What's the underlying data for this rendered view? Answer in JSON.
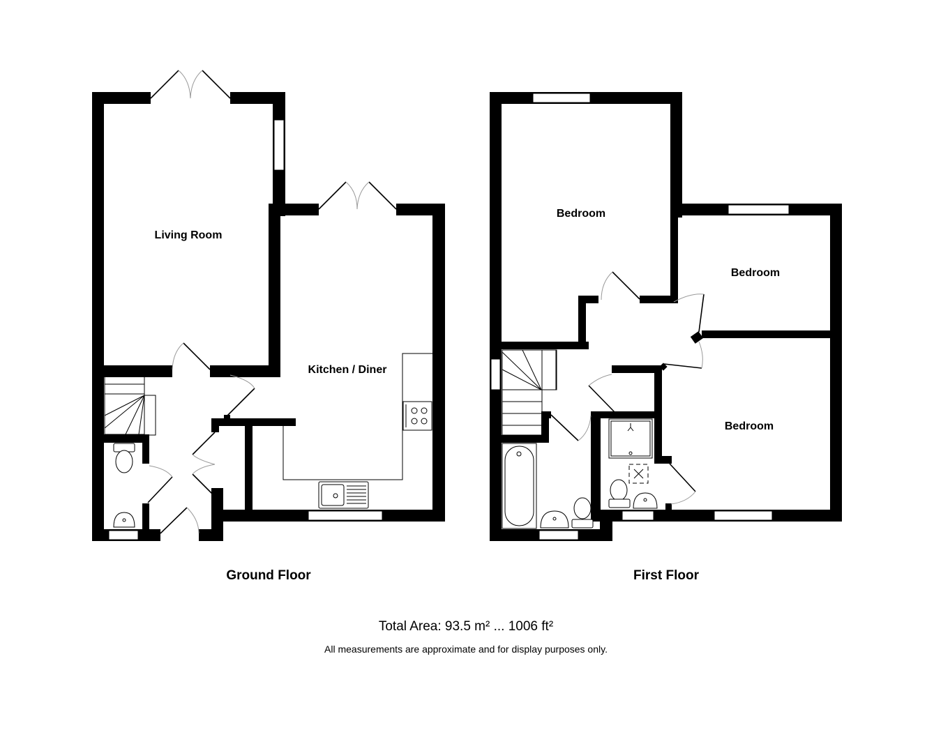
{
  "plan": {
    "ground_floor": {
      "title": "Ground Floor",
      "rooms": [
        {
          "label": "Living Room"
        },
        {
          "label": "Kitchen / Diner"
        }
      ]
    },
    "first_floor": {
      "title": "First Floor",
      "rooms": [
        {
          "label": "Bedroom"
        },
        {
          "label": "Bedroom"
        },
        {
          "label": "Bedroom"
        }
      ]
    },
    "total_area": "Total Area: 93.5 m² ... 1006 ft²",
    "disclaimer": "All measurements are approximate and for display purposes only.",
    "colors": {
      "wall": "#000000",
      "background": "#ffffff",
      "door_swing": "#999999"
    }
  }
}
